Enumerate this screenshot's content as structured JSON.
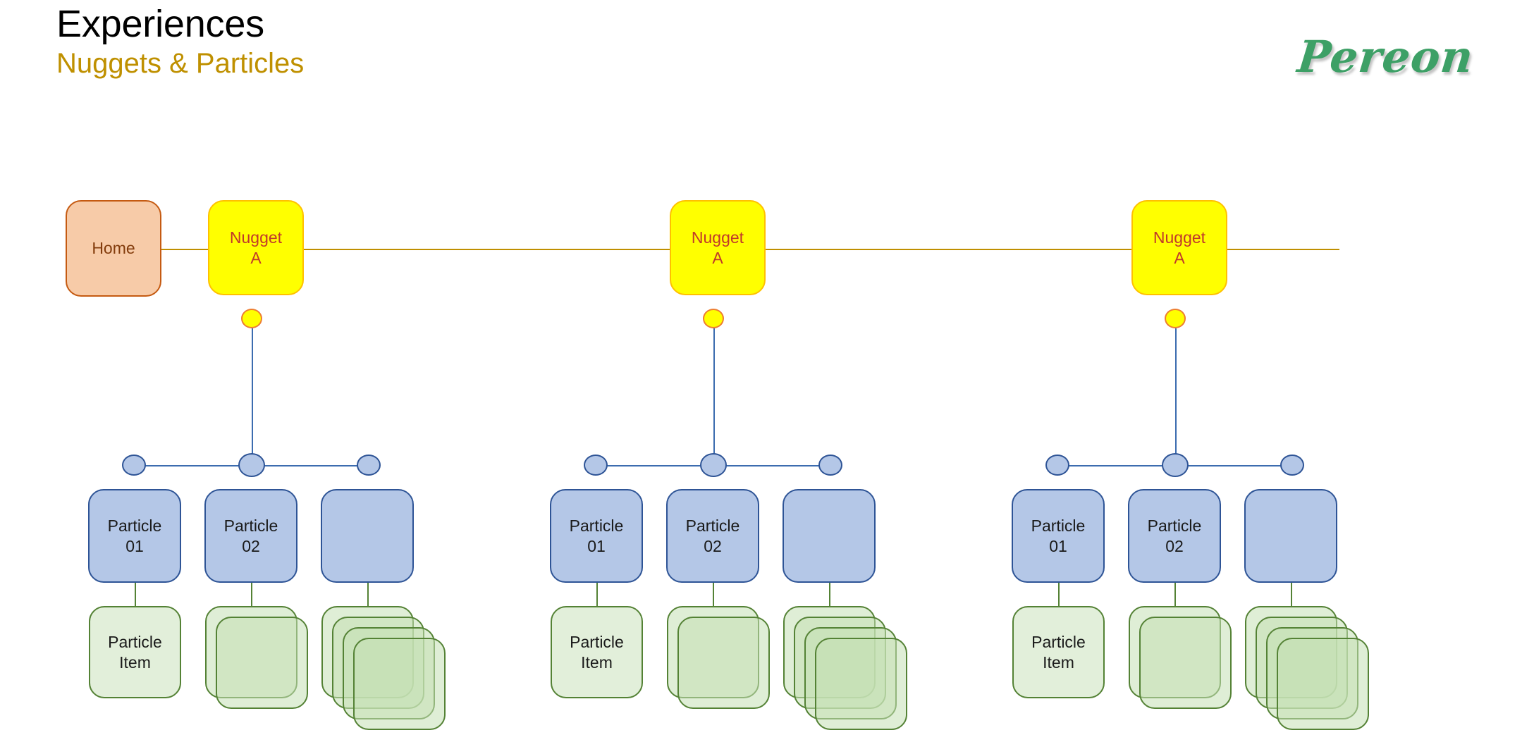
{
  "header": {
    "title": "Experiences",
    "subtitle": "Nuggets & Particles",
    "brand": "Pereon"
  },
  "colors": {
    "title": "#000000",
    "subtitle": "#BF9000",
    "brand": "#3DA066",
    "home_fill": "#F7CBA8",
    "home_border": "#C55A11",
    "nugget_fill": "#FFFF00",
    "nugget_border": "#FFC000",
    "nugget_text": "#C0392B",
    "particle_fill": "#B4C7E7",
    "particle_border": "#2E5496",
    "item_fill": "#E2EFDA",
    "item_border": "#548235",
    "spine_line": "#BF8F00",
    "tree_line": "#3C6CAF"
  },
  "diagram": {
    "home": {
      "label": "Home"
    },
    "groups": [
      {
        "nugget": {
          "label": "Nugget\nA"
        },
        "particles": [
          {
            "label": "Particle\n01",
            "items": {
              "count": 1,
              "label": "Particle\nItem"
            }
          },
          {
            "label": "Particle\n02",
            "items": {
              "count": 2,
              "label": ""
            }
          },
          {
            "label": "",
            "items": {
              "count": 4,
              "label": ""
            }
          }
        ]
      },
      {
        "nugget": {
          "label": "Nugget\nA"
        },
        "particles": [
          {
            "label": "Particle\n01",
            "items": {
              "count": 1,
              "label": "Particle\nItem"
            }
          },
          {
            "label": "Particle\n02",
            "items": {
              "count": 2,
              "label": ""
            }
          },
          {
            "label": "",
            "items": {
              "count": 4,
              "label": ""
            }
          }
        ]
      },
      {
        "nugget": {
          "label": "Nugget\nA"
        },
        "particles": [
          {
            "label": "Particle\n01",
            "items": {
              "count": 1,
              "label": "Particle\nItem"
            }
          },
          {
            "label": "Particle\n02",
            "items": {
              "count": 2,
              "label": ""
            }
          },
          {
            "label": "",
            "items": {
              "count": 4,
              "label": ""
            }
          }
        ]
      }
    ]
  }
}
